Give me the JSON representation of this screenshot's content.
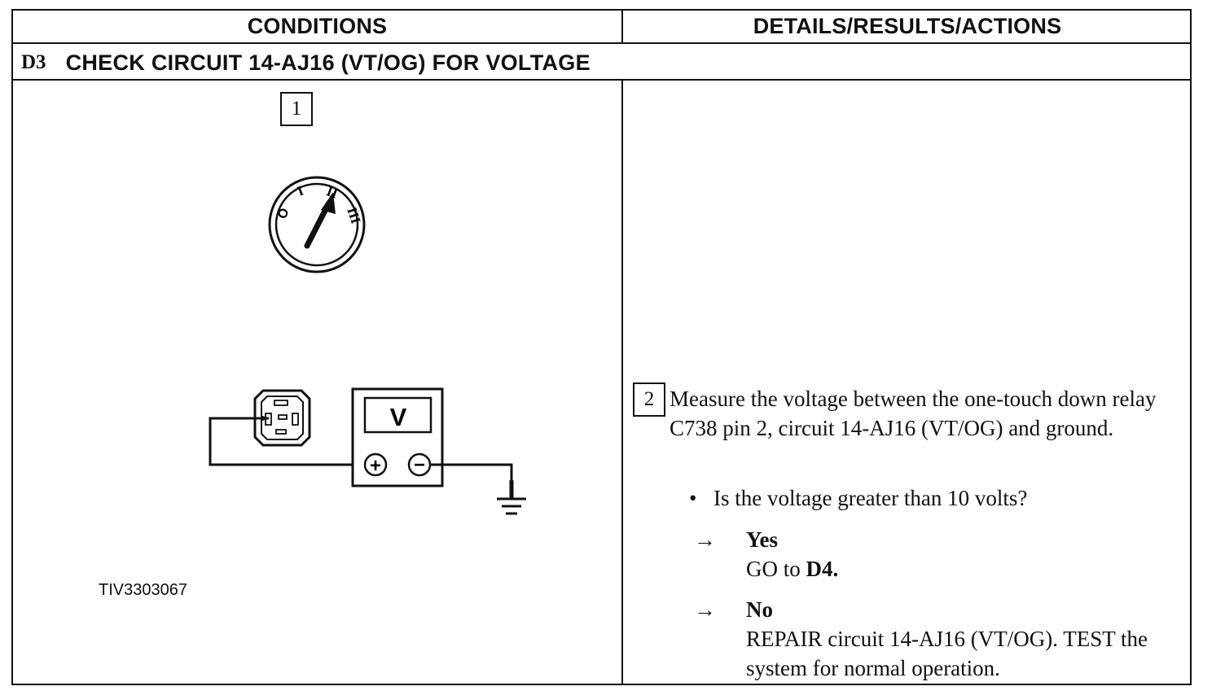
{
  "header": {
    "conditions": "CONDITIONS",
    "details": "DETAILS/RESULTS/ACTIONS"
  },
  "step": {
    "id": "D3",
    "title": "CHECK CIRCUIT 14-AJ16 (VT/OG) FOR VOLTAGE"
  },
  "condition_1": {
    "number": "1",
    "ignition_positions": [
      "O",
      "I",
      "II",
      "III"
    ]
  },
  "condition_2": {
    "number": "2",
    "meter_label": "V",
    "plus": "+",
    "minus": "−"
  },
  "figure_id": "TIV3303067",
  "action": {
    "instruction": "Measure the voltage between the one-touch down relay C738 pin 2, circuit 14-AJ16 (VT/OG) and ground.",
    "question": "Is the voltage greater than 10 volts?",
    "bullet": "•",
    "arrow": "→",
    "yes": {
      "label": "Yes",
      "text_prefix": "GO to ",
      "text_target": "D4."
    },
    "no": {
      "label": "No",
      "text": "REPAIR circuit 14-AJ16 (VT/OG). TEST the system for normal operation."
    }
  }
}
